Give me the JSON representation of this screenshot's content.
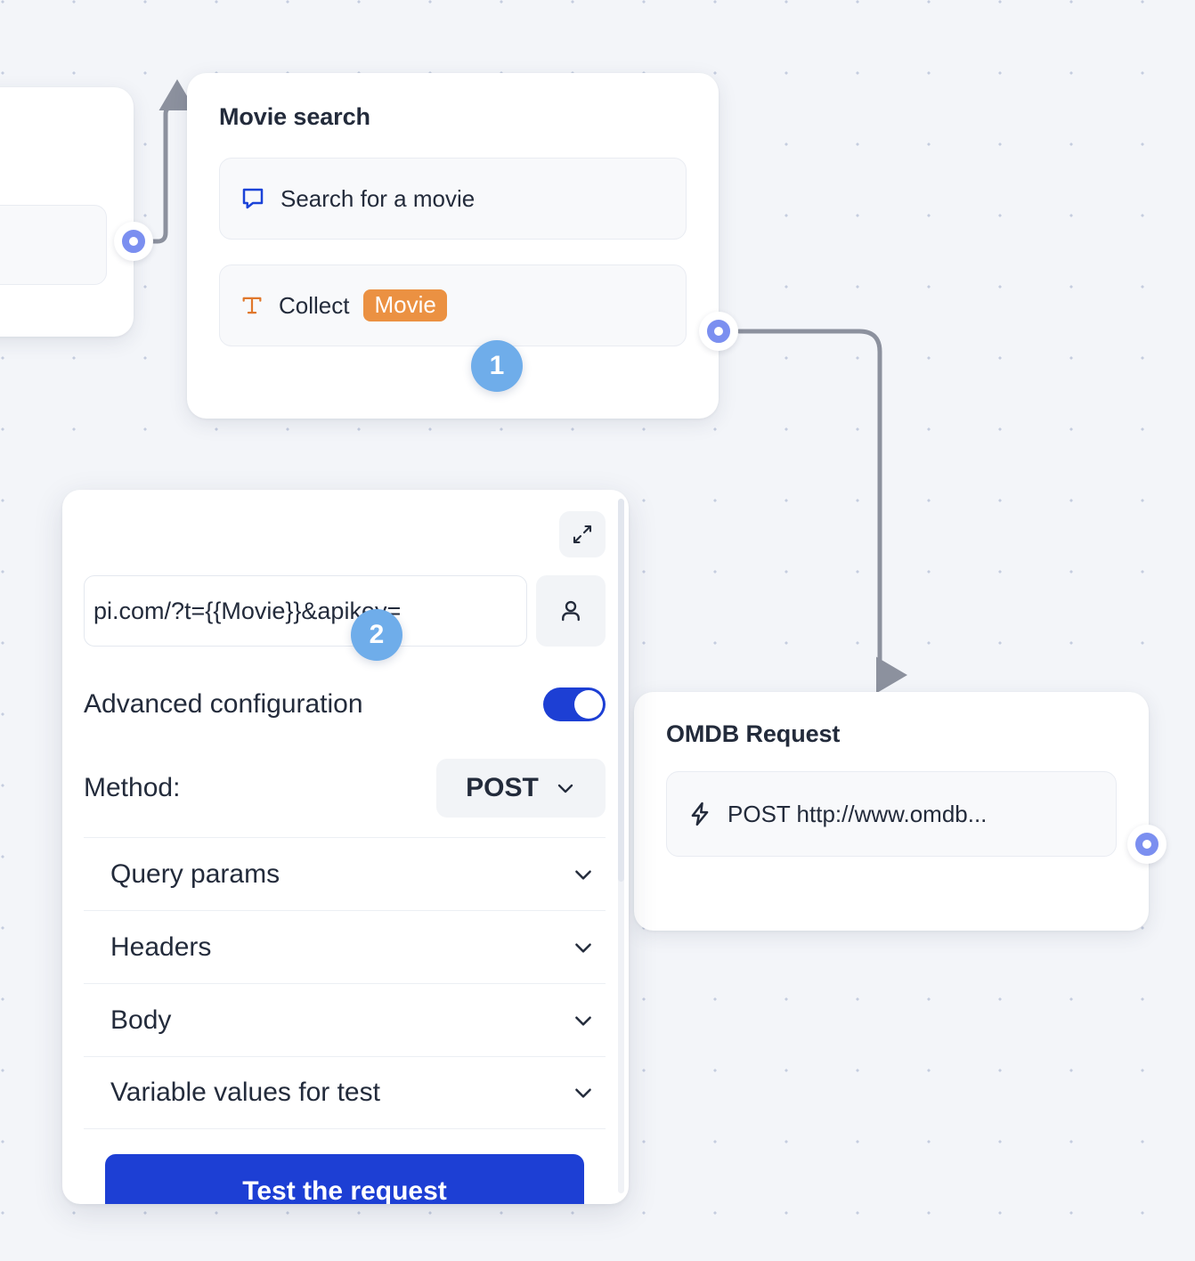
{
  "canvas": {
    "background_color": "#f3f5f9",
    "dot_color": "#c5cddf"
  },
  "nodes": {
    "left_partial": {
      "name": "partial-node"
    },
    "movie_search": {
      "title": "Movie search",
      "rows": [
        {
          "icon": "message-bubble-icon",
          "label": "Search for a movie"
        },
        {
          "icon": "text-field-icon",
          "label": "Collect",
          "token": "Movie"
        }
      ]
    },
    "omdb_request": {
      "title": "OMDB Request",
      "rows": [
        {
          "icon": "lightning-bolt-icon",
          "label": "POST http://www.omdb..."
        }
      ]
    }
  },
  "badges": [
    {
      "number": "1"
    },
    {
      "number": "2"
    }
  ],
  "config_panel": {
    "expand_icon": "expand-diagonal-icon",
    "url": {
      "value": "pi.com/?t={{Movie}}&apikey=",
      "auth_icon": "person-icon"
    },
    "advanced": {
      "label": "Advanced configuration",
      "toggle_on": true
    },
    "method": {
      "label": "Method:",
      "value": "POST",
      "chevron": "chevron-down-icon"
    },
    "accordion": [
      {
        "label": "Query params",
        "chevron": "chevron-down-icon"
      },
      {
        "label": "Headers",
        "chevron": "chevron-down-icon"
      },
      {
        "label": "Body",
        "chevron": "chevron-down-icon"
      },
      {
        "label": "Variable values for test",
        "chevron": "chevron-down-icon"
      }
    ],
    "test_button": "Test the request"
  },
  "colors": {
    "primary_blue": "#1d3fd4",
    "token_orange": "#eb9142",
    "badge_blue": "#6fadea",
    "port_blue": "#7b8ff0",
    "edge_gray": "#8c919e"
  }
}
